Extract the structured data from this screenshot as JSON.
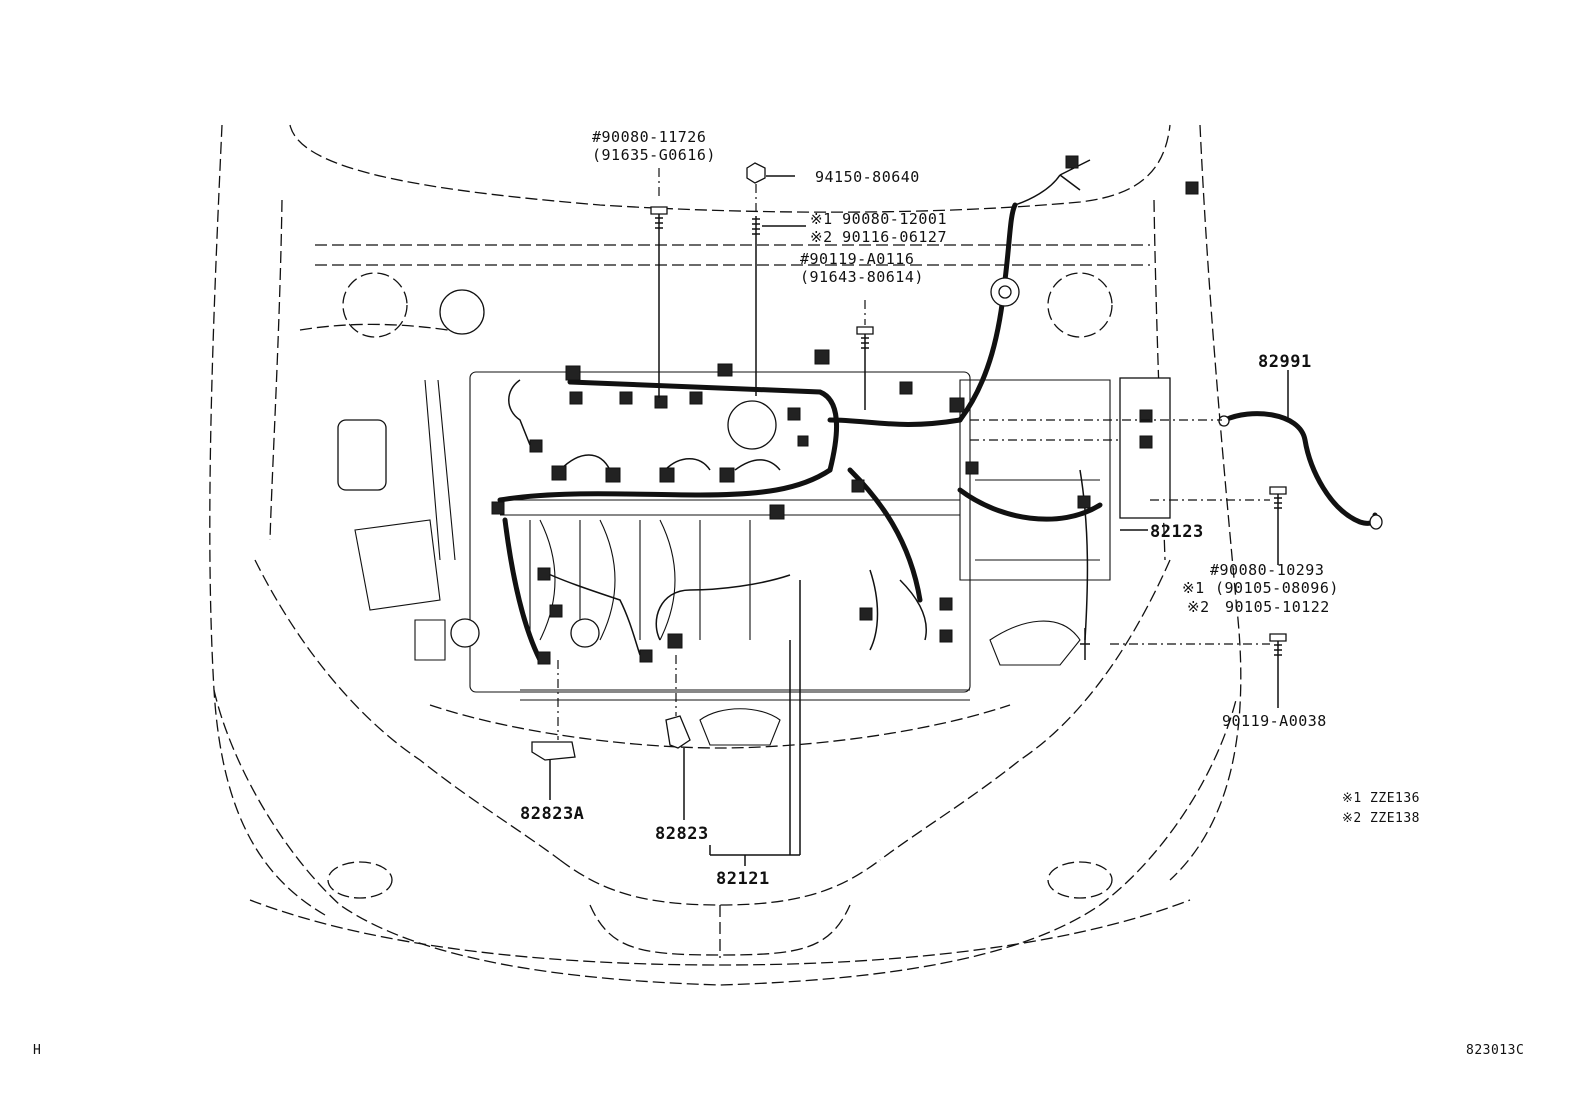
{
  "callouts": {
    "bolt_top_left_a": "#90080-11726",
    "bolt_top_left_b": "(91635-G0616)",
    "nut_top": "94150-80640",
    "stud_a": "※1 90080-12001",
    "stud_b": "※2 90116-06127",
    "bolt_mid_a": "#90119-A0116",
    "bolt_mid_b": "(91643-80614)",
    "wire_82991": "82991",
    "harness_82123": "82123",
    "bolt_right_a": "#90080-10293",
    "bolt_right_b": "(90105-08096)",
    "bolt_right_c": "90105-10122",
    "bolt_right_mark1": "※1",
    "bolt_right_mark2": "※2",
    "bolt_lower": "90119-A0038",
    "clamp_82823A": "82823A",
    "clamp_82823": "82823",
    "harness_82121": "82121"
  },
  "notes": {
    "note1": "※1 ZZE136",
    "note2": "※2 ZZE138"
  },
  "footer": {
    "left_code": "H",
    "figure_code": "823013C"
  }
}
